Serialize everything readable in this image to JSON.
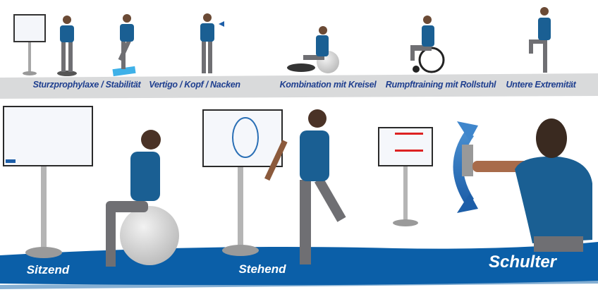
{
  "categories_top": [
    {
      "label": "Sturzprophylaxe / Stabilität"
    },
    {
      "label": "Vertigo / Kopf / Nacken"
    },
    {
      "label": "Kombination mit Kreisel"
    },
    {
      "label": "Rumpftraining mit Rollstuhl"
    },
    {
      "label": "Untere Extremität"
    }
  ],
  "categories_bottom": [
    {
      "label": "Sitzend"
    },
    {
      "label": "Stehend"
    },
    {
      "label": "Schulter"
    }
  ],
  "colors": {
    "brand_blue": "#0b5fa8",
    "label_blue": "#1f3f8f",
    "shirt": "#1a5f93",
    "pants": "#6f6f73",
    "band_gray": "#d9dadb"
  }
}
